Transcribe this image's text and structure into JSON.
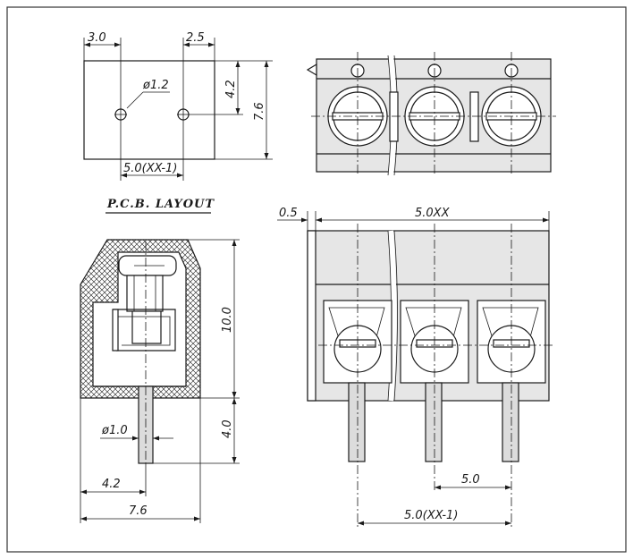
{
  "labels": {
    "pcb_layout": "P.C.B. LAYOUT",
    "top_dim_left": "3.0",
    "top_dim_right": "2.5",
    "hole_dia": "ø1.2",
    "height_42": "4.2",
    "height_76": "7.6",
    "pitch_bottom": "5.0(XX-1)",
    "offset_05": "0.5",
    "total_width": "5.0XX",
    "side_height_10": "10.0",
    "pin_length_40": "4.0",
    "pin_dia": "ø1.0",
    "side_42": "4.2",
    "side_76": "7.6",
    "pitch_50": "5.0",
    "pitch_front": "5.0(XX-1)"
  },
  "colors": {
    "line": "#1a1a1a",
    "body_fill": "#e6e6e6",
    "frame": "#333333"
  }
}
